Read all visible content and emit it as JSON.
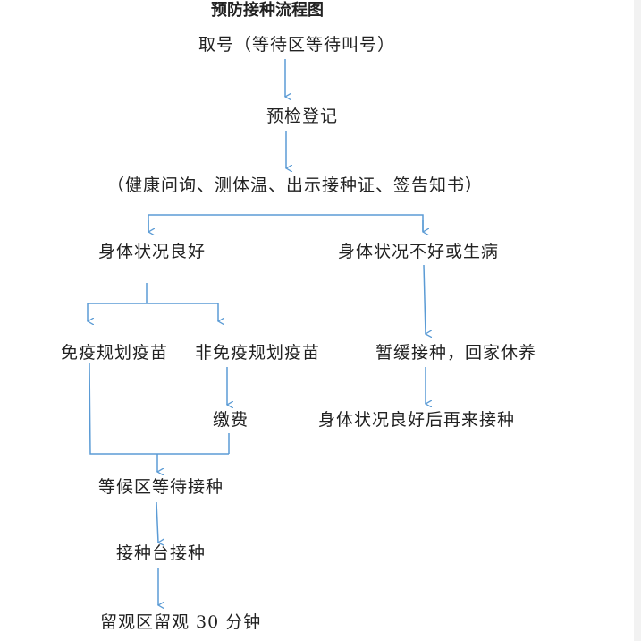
{
  "title": "预防接种流程图",
  "nodes": {
    "take_number": "取号（等待区等待叫号）",
    "pre_check": "预检登记",
    "pre_check_detail": "（健康问询、测体温、出示接种证、签告知书）",
    "healthy": "身体状况良好",
    "unwell": "身体状况不好或生病",
    "plan_vaccine": "免疫规划疫苗",
    "non_plan_vaccine": "非免疫规划疫苗",
    "postpone": "暂缓接种，回家休养",
    "payment": "缴费",
    "return_later": "身体状况良好后再来接种",
    "waiting_area": "等候区等待接种",
    "vaccination_desk": "接种台接种",
    "observation": "留观区留观 30 分钟"
  },
  "colors": {
    "arrow": "#5b9bd5",
    "text": "#222222"
  }
}
